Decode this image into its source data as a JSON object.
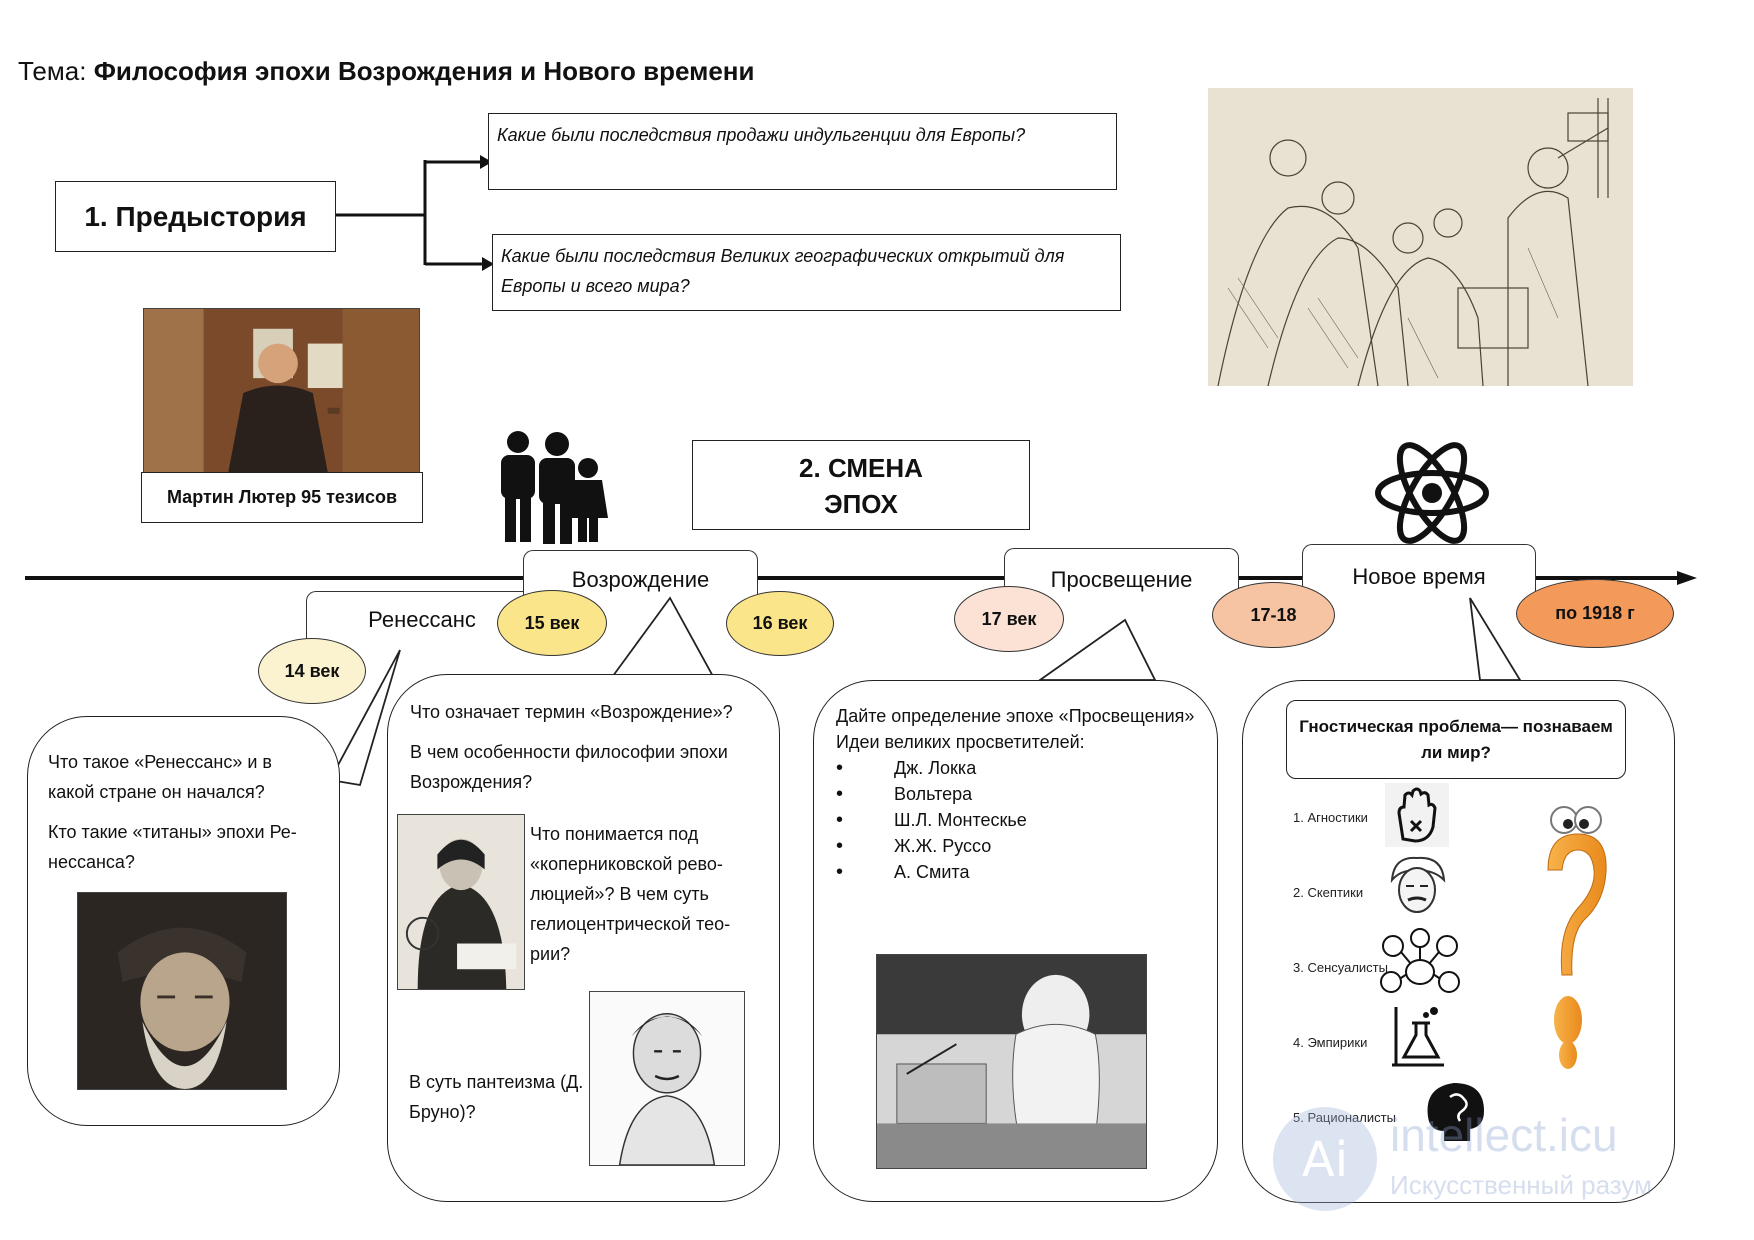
{
  "topic": {
    "prefix": "Тема:",
    "title": "Философия эпохи Возрождения и Нового времени"
  },
  "prehistory": {
    "label": "1. Предыстория",
    "questions": [
      "Какие были последствия продажи индульгенции  для Европы?",
      "Какие были последствия Великих географических открытий   для Европы и всего мира?"
    ],
    "luther_caption": "Мартин Лютер 95 тезисов"
  },
  "epochs_change": {
    "line1": "2. СМЕНА",
    "line2": "ЭПОХ"
  },
  "timeline": {
    "eras": [
      "Ренессанс",
      "Возрождение",
      "Просвещение",
      "Новое время"
    ],
    "dates": [
      "14 век",
      "15 век",
      "16 век",
      "17 век",
      "17-18",
      "по 1918 г"
    ],
    "colors": {
      "pale": "#fbf3d0",
      "yellow": "#fbe58a",
      "peach": "#fbe2d4",
      "salmon": "#f7c4a3",
      "orange": "#f39a5a"
    }
  },
  "renaissance_bubble": {
    "q1": "Что такое «Ренессанс» и в какой стране он начался?",
    "q2": "Кто такие «титаны» эпохи Ре-нессанса?"
  },
  "revival_bubble": {
    "q1": "Что означает термин «Возрождение»?",
    "q2": "В чем особенности философии эпохи Возрождения?",
    "q3": "Что понимается под «коперниковской рево-люцией»?  В чем суть гелиоцентрической тео-рии?",
    "q4": "В суть пантеизма (Д. Бруно)?"
  },
  "enlightenment_bubble": {
    "intro": "Дайте определение эпохе «Просвещения»",
    "subtitle": "Идеи великих просветителей:",
    "thinkers": [
      "Дж. Локка",
      "Вольтера",
      "Ш.Л. Монтескье",
      "Ж.Ж. Руссо",
      "А. Смита"
    ]
  },
  "modern_bubble": {
    "title": "Гностическая проблема— познаваем ли мир?",
    "items": [
      "1. Агностики",
      "2. Скептики",
      "3. Сенсуалисты",
      "4. Эмпирики",
      "5. Рационалисты"
    ]
  },
  "icons": [
    "family-icon",
    "atom-icon",
    "question-mark-icon",
    "hand-icon",
    "einstein-icon",
    "senses-icon",
    "lab-icon",
    "brain-icon"
  ],
  "watermark": {
    "main": "intellect.icu",
    "sub": "Искусственный разум"
  }
}
